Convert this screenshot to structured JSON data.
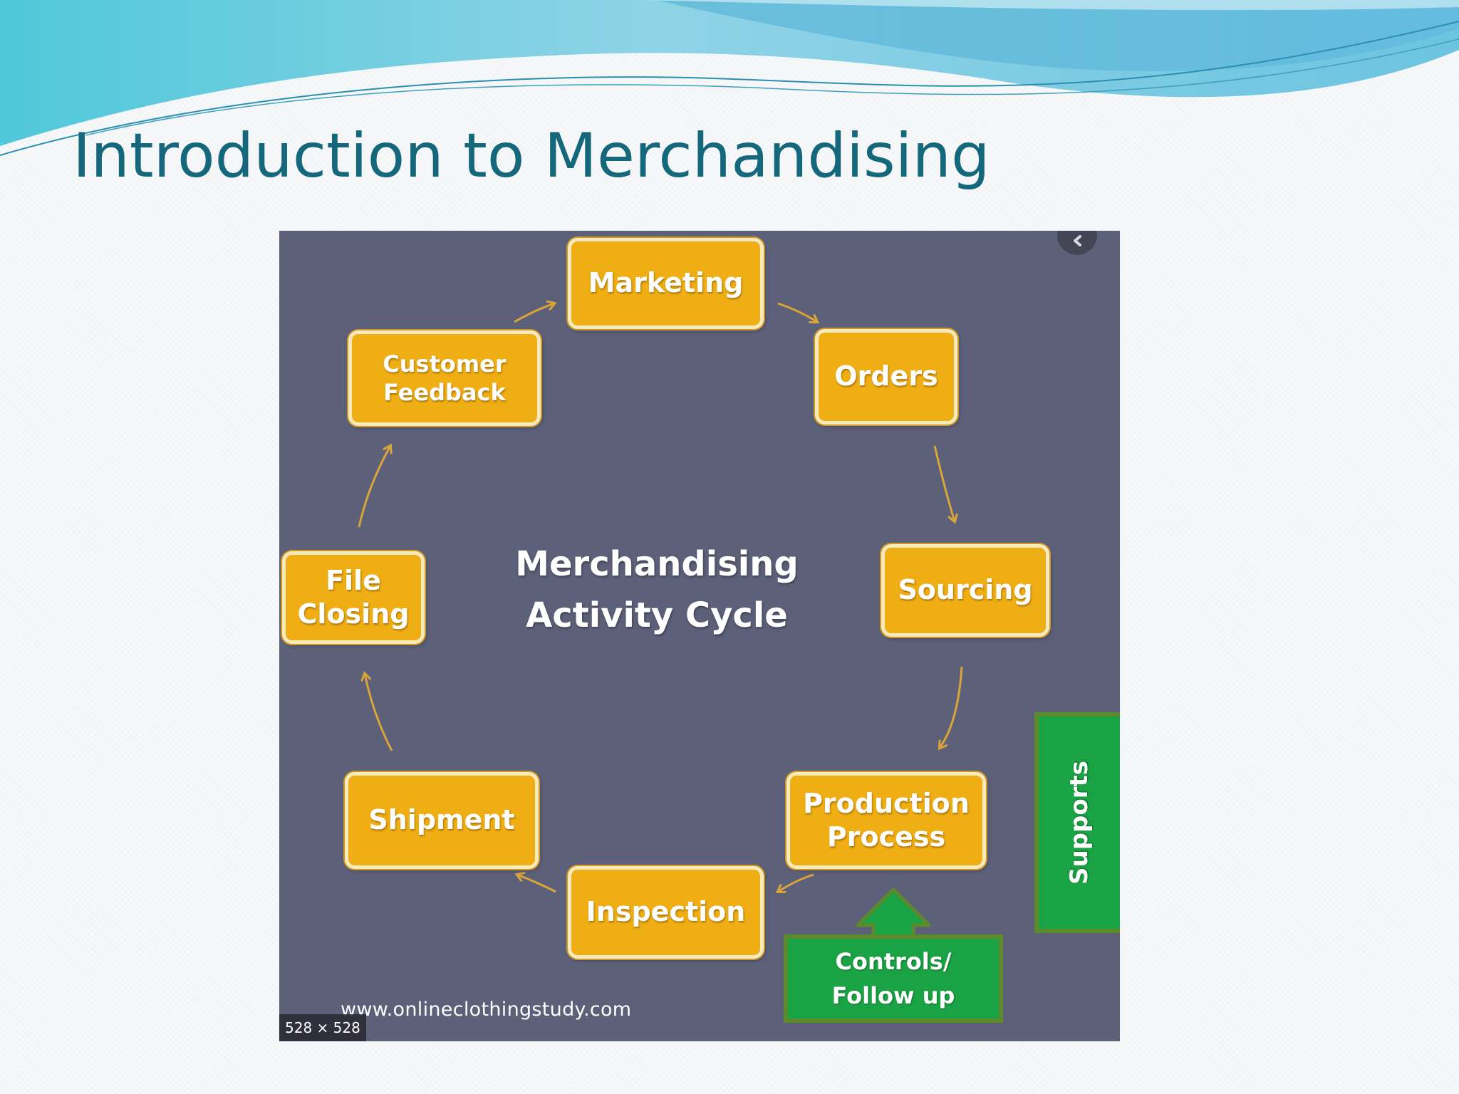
{
  "slide": {
    "title": "Introduction to Merchandising"
  },
  "diagram": {
    "center_label": "Merchandising\nActivity Cycle",
    "nodes": [
      {
        "label": "Marketing"
      },
      {
        "label": "Orders"
      },
      {
        "label": "Sourcing"
      },
      {
        "label": "Production\nProcess"
      },
      {
        "label": "Inspection"
      },
      {
        "label": "Shipment"
      },
      {
        "label": "File\nClosing"
      },
      {
        "label": "Customer\nFeedback"
      }
    ],
    "supports_label": "Supports",
    "controls_label": "Controls/\nFollow up",
    "credit": "www.onlineclothingstudy.com",
    "image_dims": "528 × 528"
  },
  "colors": {
    "title": "#15687c",
    "diagram_background": "#5d6079",
    "node_fill": "#eeae14",
    "node_border": "#f8e9bf",
    "arrow": "#d9a53a",
    "support_green": "#1aa344"
  },
  "icons": {
    "back": "chevron-left-icon"
  }
}
